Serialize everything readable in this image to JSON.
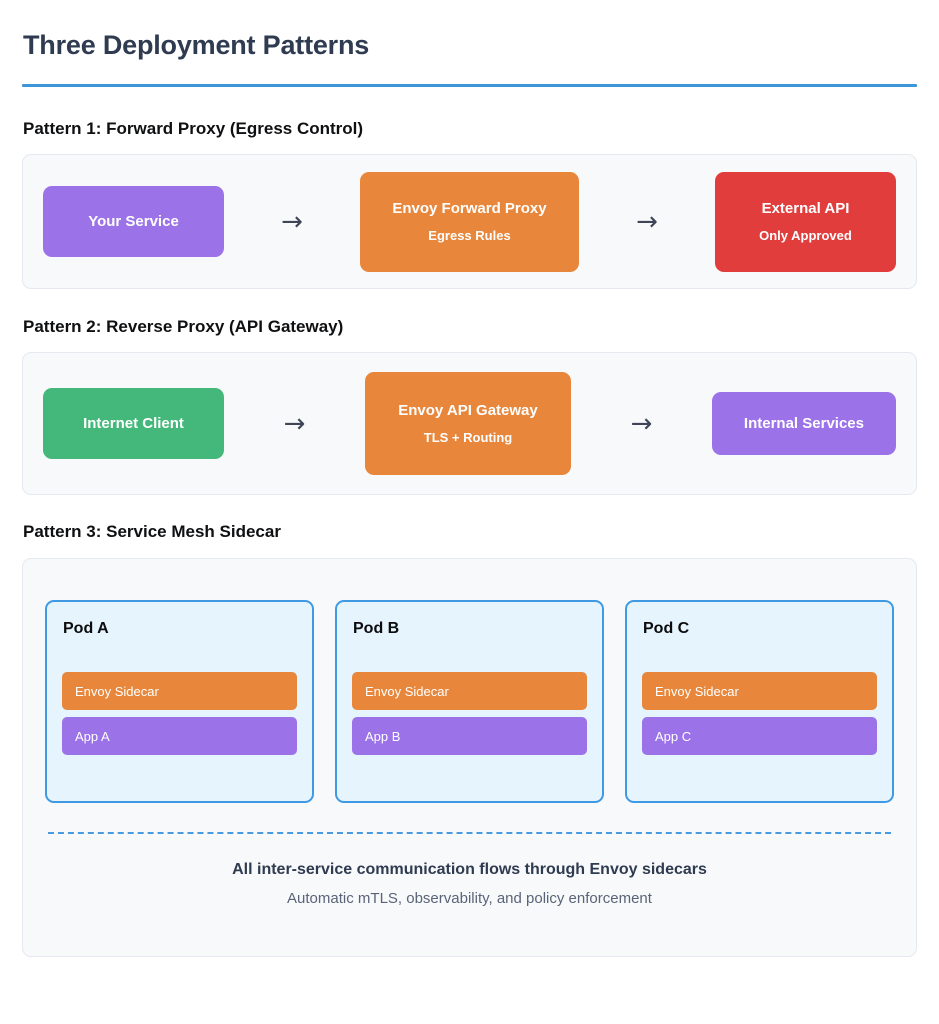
{
  "header": {
    "title": "Three Deployment Patterns",
    "rule_color": "#3d96d8"
  },
  "palette": {
    "purple": "#9b72e8",
    "orange": "#e8873b",
    "red": "#e23d3d",
    "green": "#44b87a",
    "pod_fill": "#e6f4fd",
    "pod_border": "#3f9ae3",
    "panel_fill": "#f8f9fb",
    "panel_border": "#e5e9ef",
    "title_navy": "#2f3b50",
    "arrow_slate": "#3d4557"
  },
  "patterns": [
    {
      "heading": "Pattern 1: Forward Proxy (Egress Control)",
      "nodes": [
        {
          "title": "Your Service",
          "sub": "",
          "color": "#9b72e8"
        },
        {
          "title": "Envoy Forward Proxy",
          "sub": "Egress Rules",
          "color": "#e8873b"
        },
        {
          "title": "External API",
          "sub": "Only Approved",
          "color": "#e23d3d"
        }
      ],
      "arrows": [
        "→",
        "→"
      ]
    },
    {
      "heading": "Pattern 2: Reverse Proxy (API Gateway)",
      "nodes": [
        {
          "title": "Internet Client",
          "sub": "",
          "color": "#44b87a"
        },
        {
          "title": "Envoy API Gateway",
          "sub": "TLS + Routing",
          "color": "#e8873b"
        },
        {
          "title": "Internal Services",
          "sub": "",
          "color": "#9b72e8"
        }
      ],
      "arrows": [
        "→",
        "→"
      ]
    }
  ],
  "mesh": {
    "heading": "Pattern 3: Service Mesh Sidecar",
    "pods": [
      {
        "label": "Pod A",
        "bars": [
          {
            "label": "Envoy Sidecar",
            "color": "#e8873b"
          },
          {
            "label": "App A",
            "color": "#9b72e8"
          }
        ]
      },
      {
        "label": "Pod B",
        "bars": [
          {
            "label": "Envoy Sidecar",
            "color": "#e8873b"
          },
          {
            "label": "App B",
            "color": "#9b72e8"
          }
        ]
      },
      {
        "label": "Pod C",
        "bars": [
          {
            "label": "Envoy Sidecar",
            "color": "#e8873b"
          },
          {
            "label": "App C",
            "color": "#9b72e8"
          }
        ]
      }
    ],
    "caption": "All inter-service communication flows through Envoy sidecars",
    "subcaption": "Automatic mTLS, observability, and policy enforcement"
  }
}
